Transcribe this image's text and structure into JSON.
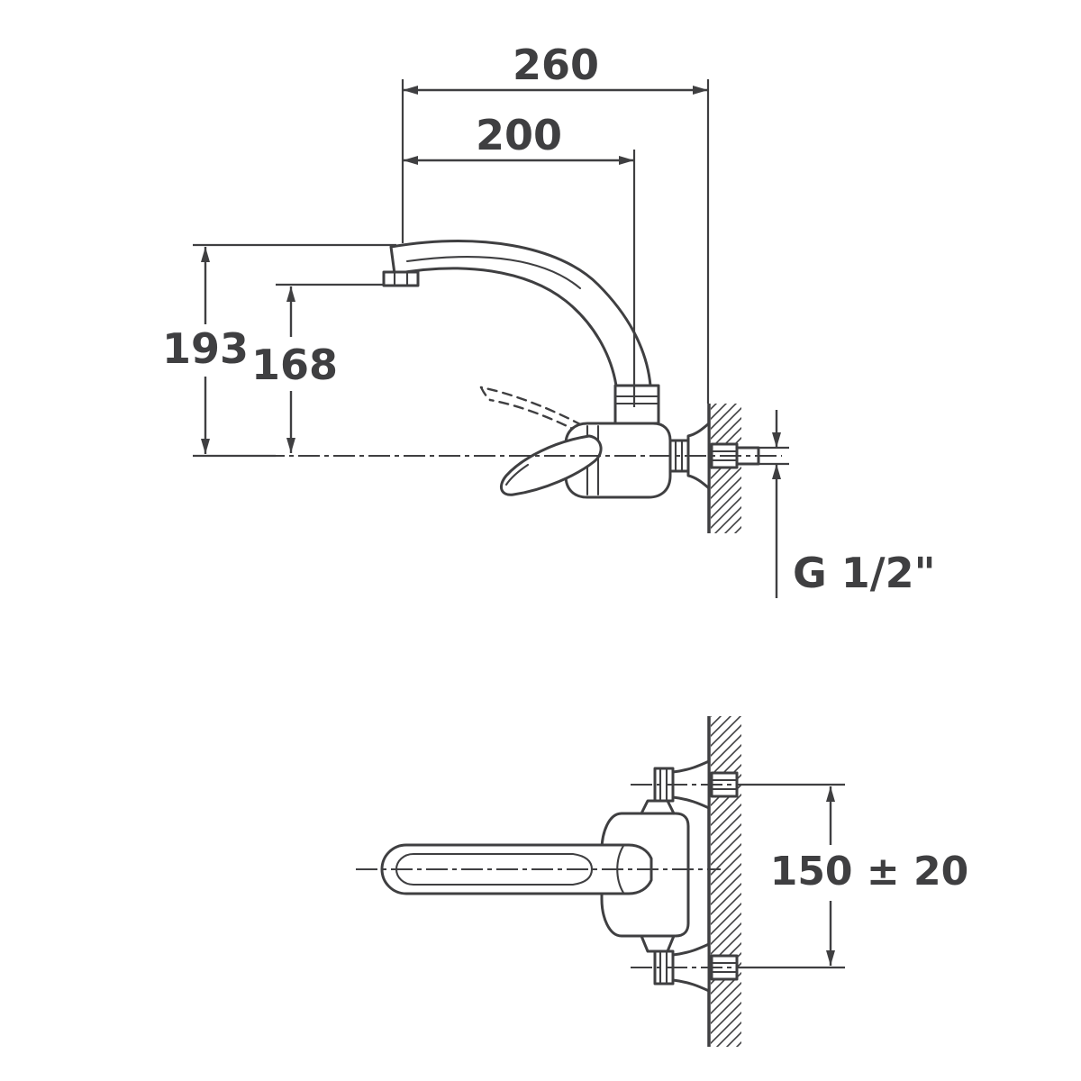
{
  "page": {
    "background": "#ffffff"
  },
  "drawing": {
    "type": "technical-drawing",
    "subject": "wall-mounted single-lever sink mixer tap, two orthographic views",
    "line_color": "#3f3f41",
    "views": {
      "side_view": "side elevation with swan-neck spout and wall connection",
      "plan_view": "top view with lever handle and two wall couplings"
    },
    "dimensions": {
      "overall_reach": "260",
      "spout_reach": "200",
      "total_height": "193",
      "outlet_height": "168",
      "thread_size": "G 1/2\"",
      "coupling_spacing": "150 ± 20"
    }
  }
}
